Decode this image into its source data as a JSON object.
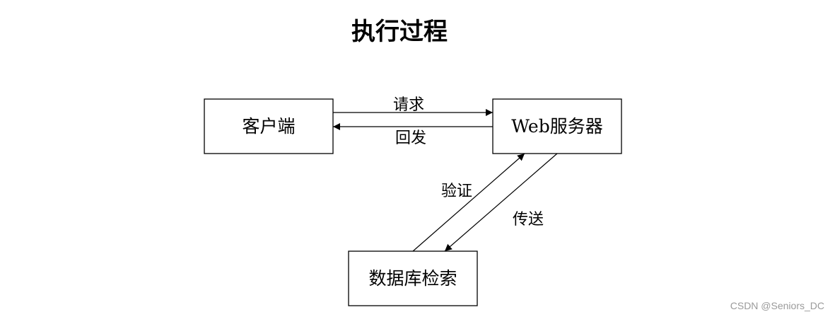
{
  "title": "执行过程",
  "nodes": {
    "client": "客户端",
    "web_server": "Web服务器",
    "database": "数据库检索"
  },
  "edges": {
    "request": "请求",
    "reply": "回发",
    "verify": "验证",
    "transfer": "传送"
  },
  "watermark": "CSDN @Seniors_DC"
}
